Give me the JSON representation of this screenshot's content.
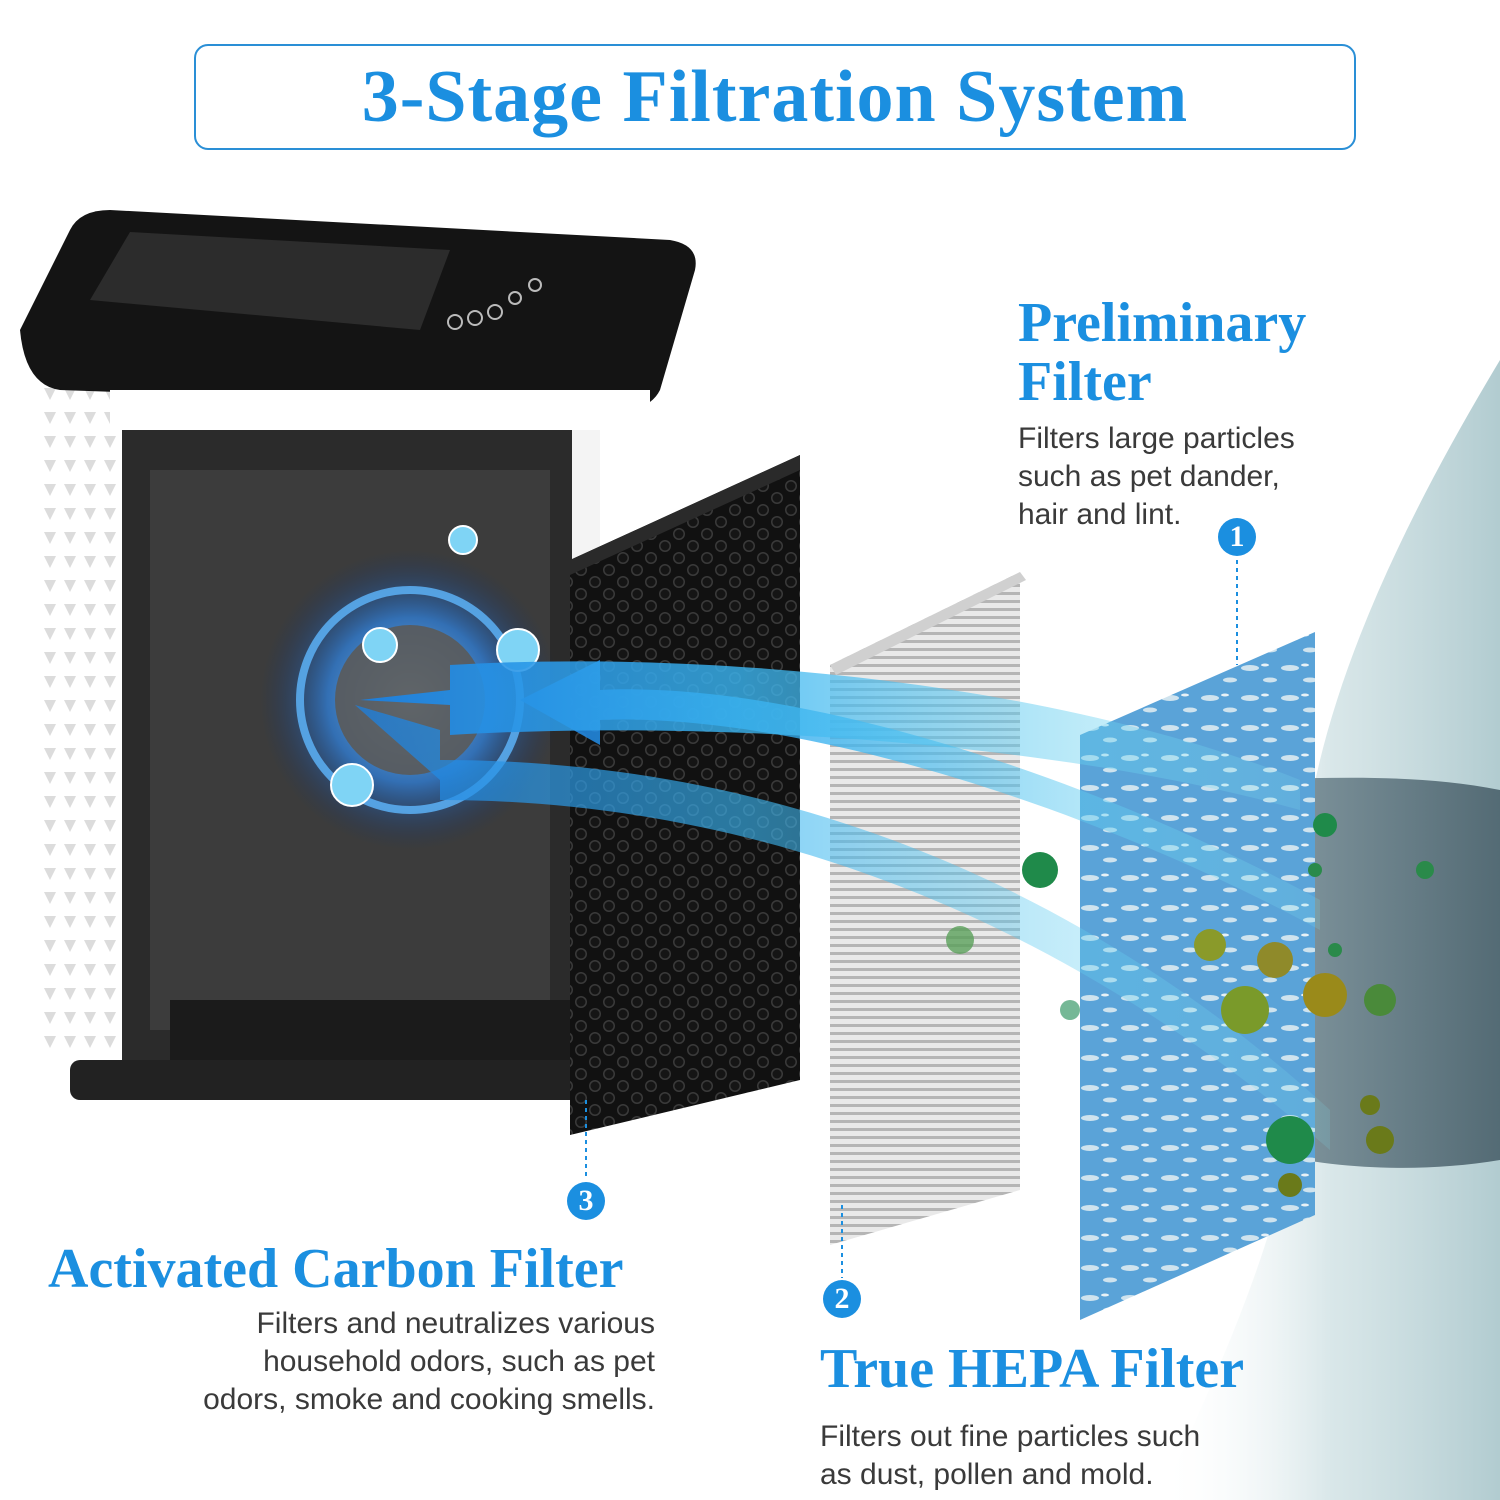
{
  "title": "3-Stage Filtration System",
  "accent_color": "#1b8fe0",
  "stages": {
    "preliminary": {
      "number": "1",
      "heading_line1": "Preliminary",
      "heading_line2": "Filter",
      "desc_line1": "Filters large particles",
      "desc_line2": "such as pet dander,",
      "desc_line3": "hair and lint."
    },
    "hepa": {
      "number": "2",
      "heading": "True HEPA Filter",
      "desc_line1": "Filters out fine particles such",
      "desc_line2": "as dust, pollen and mold."
    },
    "carbon": {
      "number": "3",
      "heading": "Activated Carbon Filter",
      "desc_line1": "Filters and neutralizes various",
      "desc_line2": "household odors, such as pet",
      "desc_line3": "odors, smoke and cooking smells."
    }
  }
}
